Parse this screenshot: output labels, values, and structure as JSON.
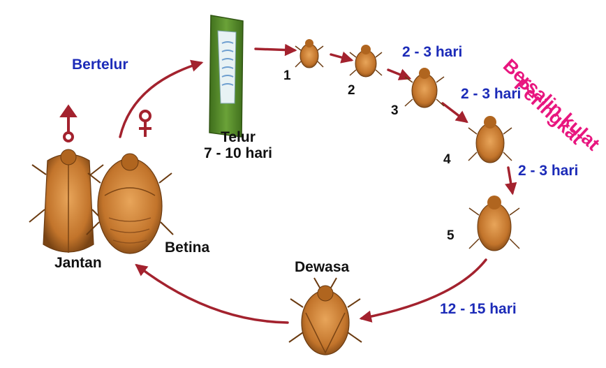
{
  "labels": {
    "bertelur": "Bertelur",
    "telur": "Telur",
    "telur_duration": "7 - 10 hari",
    "jantan": "Jantan",
    "betina": "Betina",
    "dewasa": "Dewasa",
    "stage_duration_1": "2 - 3 hari",
    "stage_duration_2": "2 - 3 hari",
    "stage_duration_3": "2 - 3 hari",
    "stage_duration_4": "12 - 15 hari",
    "peringkat_line1": "Peringkat",
    "peringkat_line2": "Bersalin kulat"
  },
  "stages": [
    "1",
    "2",
    "3",
    "4",
    "5"
  ],
  "symbols": {
    "male": "male-symbol-icon",
    "female": "female-symbol-icon"
  },
  "colors": {
    "arrow": "#a3222e",
    "label_blue": "#1c2bb8",
    "stage_text": "#e8167f",
    "bug_body": "#c87a2e",
    "bug_dark": "#7a4414",
    "leaf_green": "#5a8a2a"
  }
}
